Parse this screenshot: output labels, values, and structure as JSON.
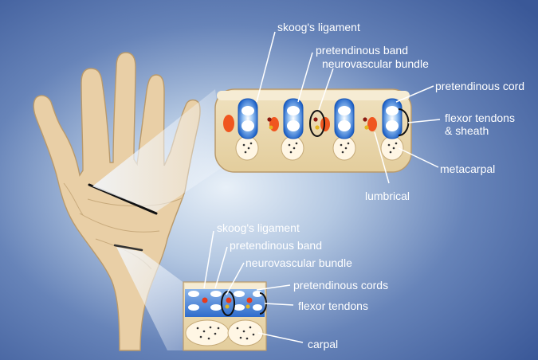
{
  "colors": {
    "background": "#3f5f9e",
    "glow": "#dde8f4",
    "skin": "#e9cfa6",
    "skin_outline": "#b99a6c",
    "section_fill": "#ead7ad",
    "tendon_blue": "#2a6fd6",
    "nerve_orange": "#f0561f",
    "label": "#ffffff",
    "leader": "#ffffff"
  },
  "finger_section": {
    "labels": {
      "skoogs_ligament": "skoog's ligament",
      "pretendinous_band": "pretendinous band",
      "neurovascular_bundle": "neurovascular bundle",
      "pretendinous_cord": "pretendinous cord",
      "flexor_tendons_sheath": "flexor tendons\n& sheath",
      "metacarpal": "metacarpal",
      "lumbrical": "lumbrical"
    }
  },
  "wrist_section": {
    "labels": {
      "skoogs_ligament": "skoog's ligament",
      "pretendinous_band": "pretendinous band",
      "neurovascular_bundle": "neurovascular bundle",
      "pretendinous_cords": "pretendinous cords",
      "flexor_tendons": "flexor tendons",
      "carpal": "carpal"
    }
  }
}
